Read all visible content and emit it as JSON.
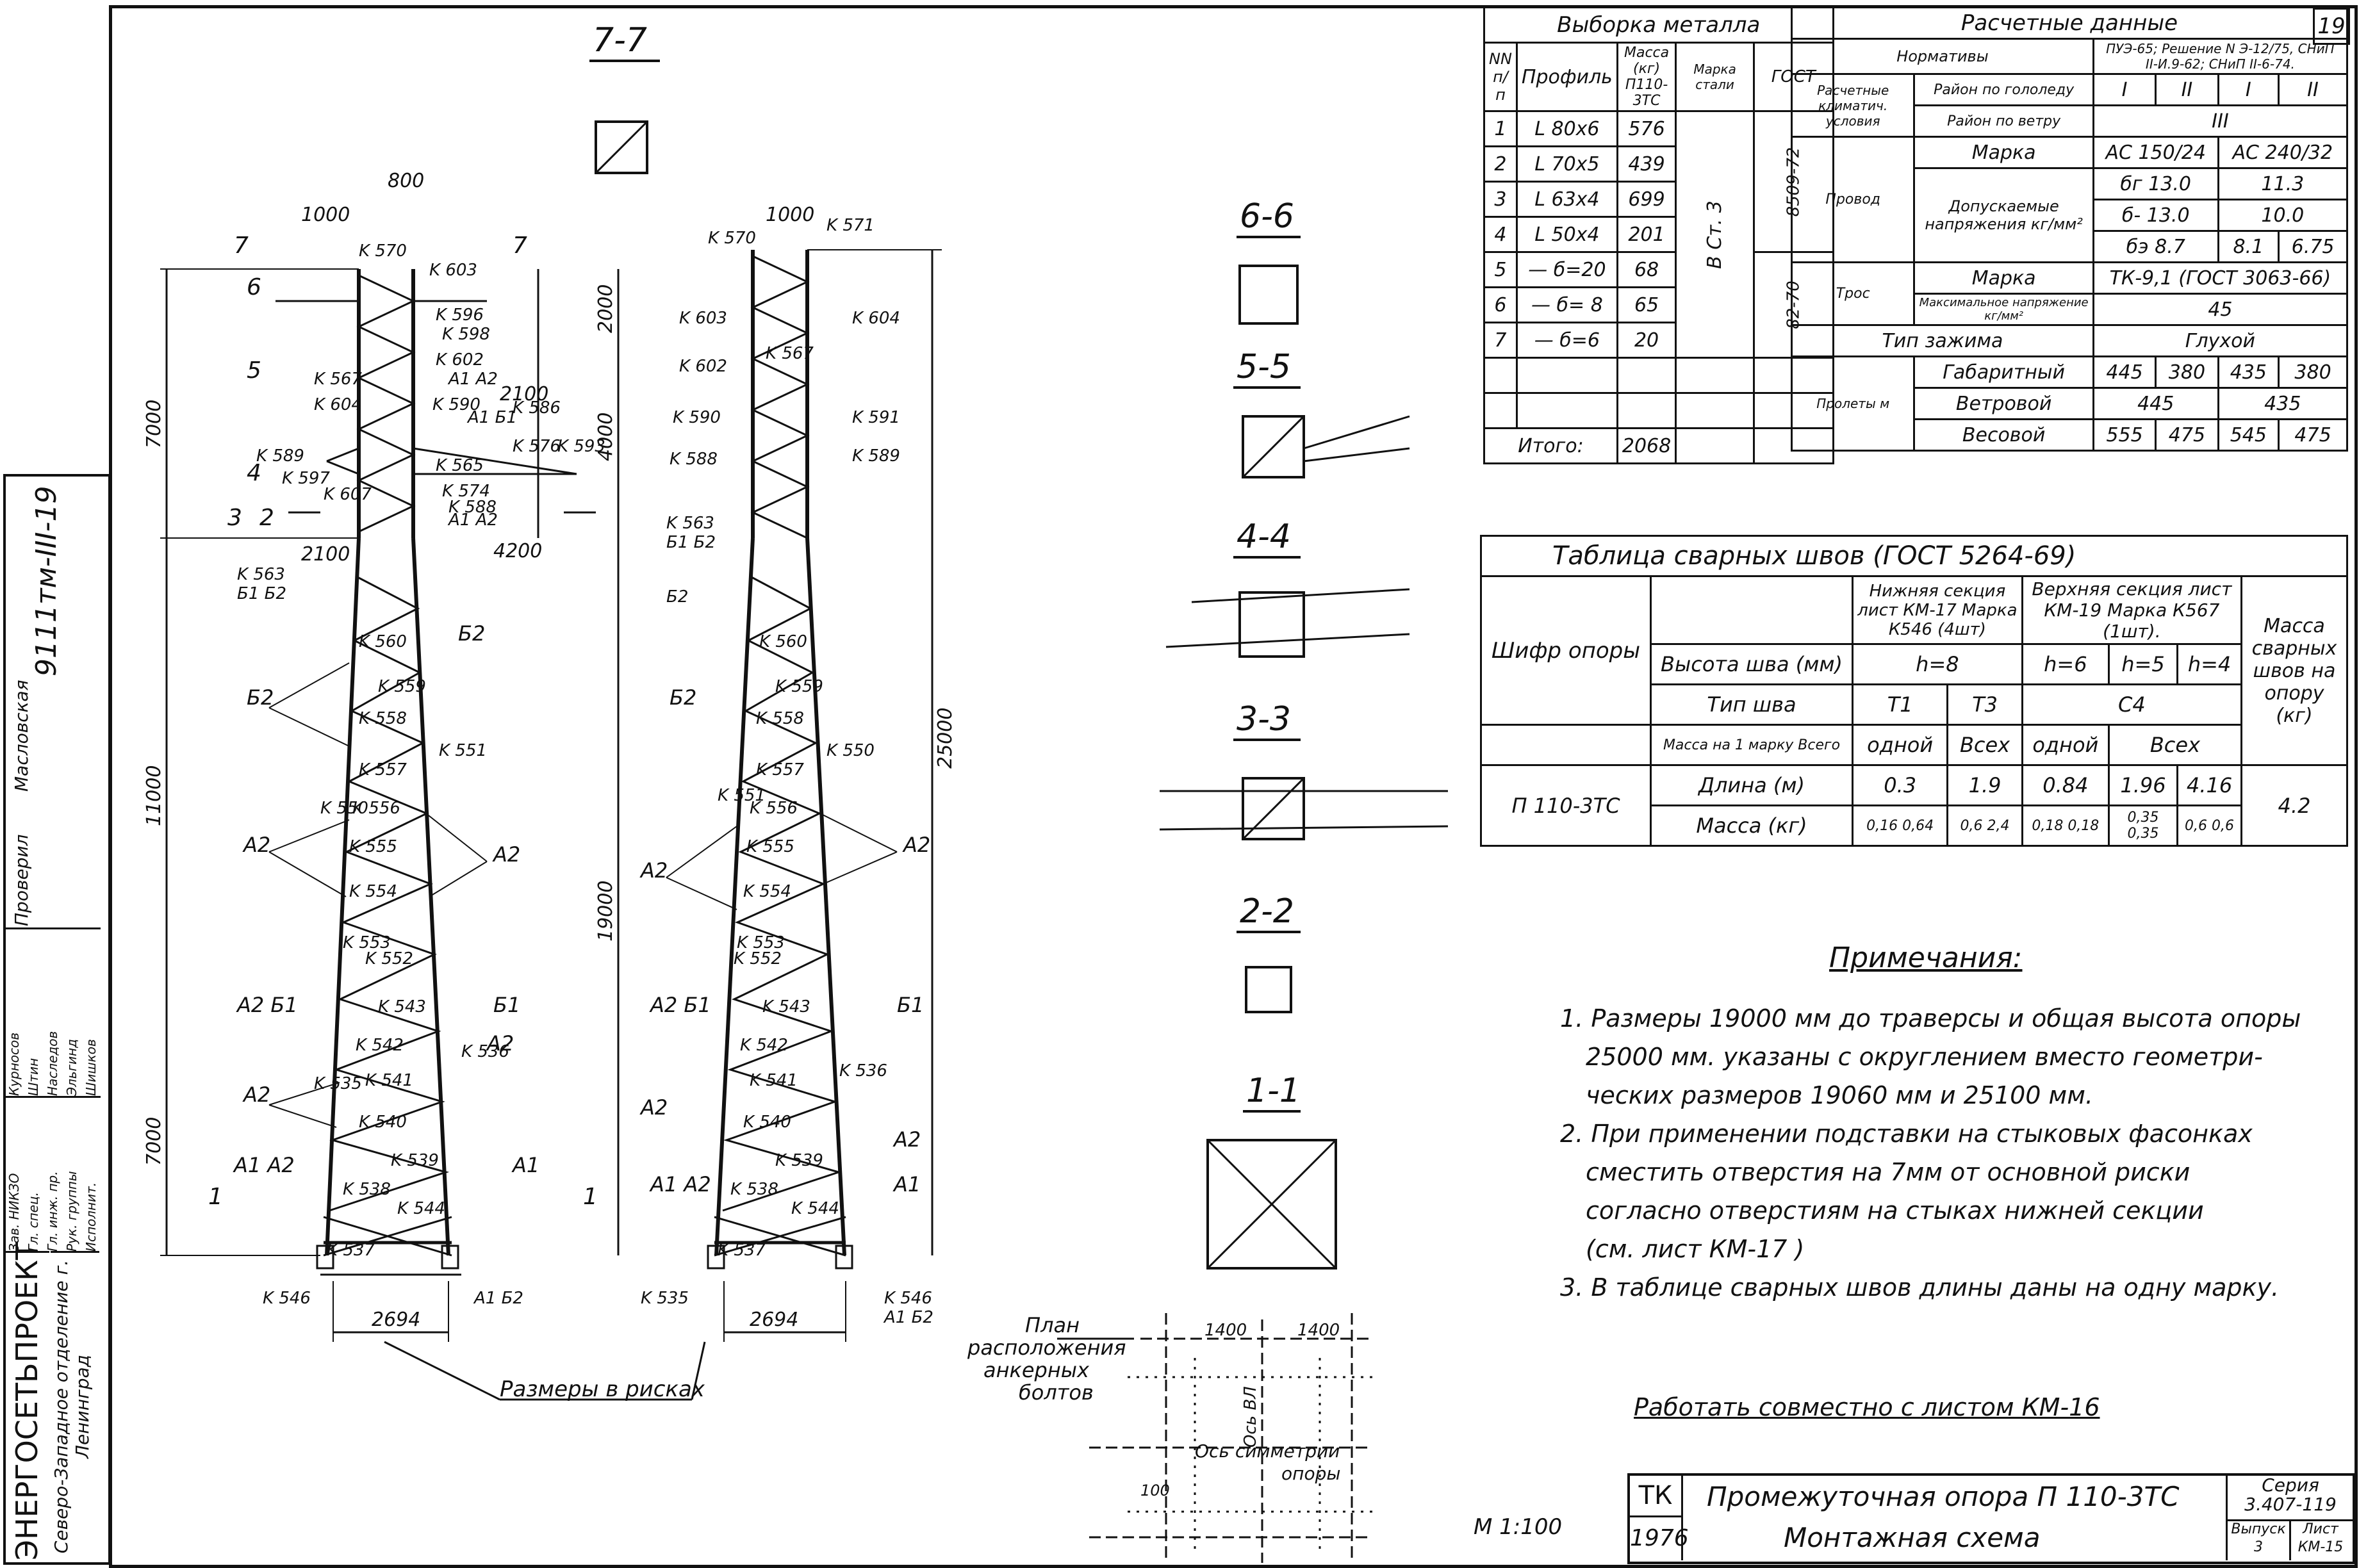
{
  "sheet_number": "19",
  "views": {
    "v77": "7-7",
    "v66": "6-6",
    "v55": "5-5",
    "v44": "4-4",
    "v33": "3-3",
    "v22": "2-2",
    "v11": "1-1"
  },
  "tower_left": {
    "dims": {
      "d1000": "1000",
      "d800": "800",
      "d2100": "2100",
      "d4200": "4200",
      "d2100b": "2100",
      "d2694": "2694",
      "h7000top": "7000",
      "h2000": "2000",
      "h4000": "4000",
      "h11000": "11000",
      "h19000": "19000",
      "h7000bot": "7000"
    },
    "sections": {
      "s7": "7",
      "s6": "6",
      "s5": "5",
      "s4": "4",
      "s3": "3",
      "s2": "2",
      "s1": "1"
    },
    "labels": [
      "K 570",
      "K 603",
      "K 596",
      "K 598",
      "K 567",
      "K 602",
      "A1 A2",
      "K 590",
      "A1 Б1",
      "K 586",
      "K 604",
      "K 589",
      "K 597",
      "K 576",
      "K 593",
      "K 565",
      "K 574",
      "K 588",
      "A1 A2",
      "K 607",
      "K 563",
      "Б1 Б2",
      "K 560",
      "K 559",
      "K 558",
      "K 557",
      "K 556",
      "K 555",
      "K 554",
      "K 553",
      "K 552",
      "K 551",
      "K 550",
      "K 543",
      "K 542",
      "K 541",
      "K 540",
      "K 539",
      "K 538",
      "K 544",
      "K 537",
      "K 536",
      "K 535",
      "K 546",
      "A1 Б2"
    ],
    "callouts": {
      "a1": "A1",
      "b2": "Б2",
      "a2": "A2",
      "b1": "Б1",
      "a2b1": "A2 Б1",
      "a1a2": "A1 A2"
    }
  },
  "tower_right": {
    "d1000": "1000",
    "d2694": "2694",
    "h25000": "25000",
    "labels": [
      "K 571",
      "K 570",
      "K 604",
      "K 603",
      "K 602",
      "K 567",
      "K 591",
      "K 590",
      "K 589",
      "K 588",
      "K 563",
      "Б1 Б2",
      "Б2",
      "K 560",
      "K 559",
      "K 558",
      "K 557",
      "K 556",
      "K 555",
      "K 554",
      "K 553",
      "K 552",
      "K 551",
      "K 550",
      "K 543",
      "K 542",
      "K 541",
      "K 540",
      "K 539",
      "K 538",
      "K 544",
      "K 537",
      "K 536",
      "K 535",
      "K 546",
      "A1 Б2"
    ]
  },
  "dims_caption": "Размеры в рисках",
  "anchor_plan": {
    "title_lines": [
      "План",
      "расположения",
      "анкерных",
      "болтов"
    ],
    "d1400": "1400",
    "d100": "100",
    "axis_sym": "Ось симметрии",
    "axis_sym2": "опоры",
    "axis_vl": "Ось ВЛ"
  },
  "scale": "М 1:100",
  "metal_table": {
    "title": "Выборка металла",
    "headers": {
      "nn": "NN п/п",
      "profile": "Профиль",
      "mass": "Масса (кг)",
      "mass_sub": "П110-3ТС",
      "grade": "Марка стали",
      "gost": "ГОСТ"
    },
    "rows": [
      {
        "n": "1",
        "profile": "L 80x6",
        "mass": "576"
      },
      {
        "n": "2",
        "profile": "L 70x5",
        "mass": "439"
      },
      {
        "n": "3",
        "profile": "L 63x4",
        "mass": "699"
      },
      {
        "n": "4",
        "profile": "L 50x4",
        "mass": "201"
      },
      {
        "n": "5",
        "profile": "— б=20",
        "mass": "68"
      },
      {
        "n": "6",
        "profile": "— б= 8",
        "mass": "65"
      },
      {
        "n": "7",
        "profile": "— б=6",
        "mass": "20"
      }
    ],
    "grade": "В Ст. 3",
    "gost1": "8509-72",
    "gost2": "82-70",
    "total_label": "Итого:",
    "total": "2068"
  },
  "calc_table": {
    "title": "Расчетные данные",
    "norms_label": "Нормативы",
    "norms": "ПУЭ-65; Решение N Э-12/75, СНиП II-И.9-62; СНиП II-6-74.",
    "climate_label": "Расчетные климатич. условия",
    "ice_label": "Район по гололеду",
    "ice": [
      "I",
      "II",
      "I",
      "II"
    ],
    "wind_label": "Район по ветру",
    "wind": "III",
    "wire_label": "Провод",
    "brand_label": "Марка",
    "wire_brand1": "АС 150/24",
    "wire_brand2": "АС 240/32",
    "stress_label": "Допускаемые напряжения кг/мм²",
    "s_r": [
      "бг",
      "13.0",
      "11.3"
    ],
    "s_minus": [
      "б-",
      "13.0",
      "10.0"
    ],
    "s_e": [
      "бэ",
      "8.7",
      "8.1",
      "6.75"
    ],
    "cable_label": "Трос",
    "cable_brand": "ТК-9,1 (ГОСТ 3063-66)",
    "max_stress_label": "Максимальное напряжение кг/мм²",
    "max_stress": "45",
    "clamp_label": "Тип зажима",
    "clamp": "Глухой",
    "spans_label": "Пролеты м",
    "gab_label": "Габаритный",
    "gab": [
      "445",
      "380",
      "435",
      "380"
    ],
    "wind_span_label": "Ветровой",
    "wind_span": [
      "445",
      "435"
    ],
    "weight_label": "Весовой",
    "weight": [
      "555",
      "475",
      "545",
      "475"
    ]
  },
  "weld_table": {
    "title": "Таблица сварных швов (ГОСТ 5264-69)",
    "cipher_label": "Шифр опоры",
    "lower": "Нижняя секция лист КМ-17 Марка К546 (4шт)",
    "upper": "Верхняя секция лист КМ-19 Марка К567 (1шт).",
    "mass_col": "Масса сварных швов на опору (кг)",
    "height_label": "Высота шва (мм)",
    "heights": [
      "h=8",
      "h=6",
      "h=5",
      "h=4"
    ],
    "type_label": "Тип шва",
    "types": [
      "Т1",
      "Т3",
      "С4"
    ],
    "mass_one_label": "Масса на 1 марку",
    "total_label": "Всего",
    "one": "одной",
    "all": "Всех",
    "cipher": "П 110-3ТС",
    "length_label": "Длина (м)",
    "lengths": [
      "0.3",
      "1.9",
      "0.84",
      "1.96",
      "4.16"
    ],
    "mass_label": "Масса (кг)",
    "masses": [
      "0,16",
      "0,64",
      "0,6",
      "2,4",
      "0,18",
      "0,18",
      "0,35",
      "0,35",
      "0,6",
      "0,6"
    ],
    "total_mass": "4.2"
  },
  "notes": {
    "title": "Примечания:",
    "items": [
      "1. Размеры 19000 мм до траверсы и общая высота опоры",
      "25000 мм. указаны с округлением вместо геометри-",
      "ческих размеров 19060 мм и 25100 мм.",
      "2. При применении подставки на стыковых фасонках",
      "сместить отверстия на 7мм от основной риски",
      "согласно отверстиям на стыках нижней секции",
      "(см. лист КМ-17 )",
      "3. В таблице сварных швов длины даны на одну марку."
    ],
    "work_with": "Работать совместно с листом КМ-16"
  },
  "title_block": {
    "tk": "ТК",
    "year": "1976",
    "name1": "Промежуточная опора П 110-3ТС",
    "name2": "Монтажная схема",
    "series_label": "Серия",
    "series": "3.407-119",
    "issue_label": "Выпуск",
    "issue": "3",
    "sheet_label": "Лист",
    "sheet": "КМ-15"
  },
  "side_stamp": {
    "org": "ЭНЕРГОСЕТЬПРОЕКТ",
    "dept": "Северо-Западное отделение г. Ленинград",
    "roles": [
      "Зав. НИКЗО",
      "Гл. спец.",
      "Гл. инж. пр.",
      "Рук. группы",
      "Исполнит."
    ],
    "names": [
      "Курносов",
      "Штин",
      "Наследов",
      "Эльгинд",
      "Шишков"
    ],
    "proveril": "Проверил",
    "proveril_name": "Масловская",
    "code": "9111тм-III-19"
  }
}
